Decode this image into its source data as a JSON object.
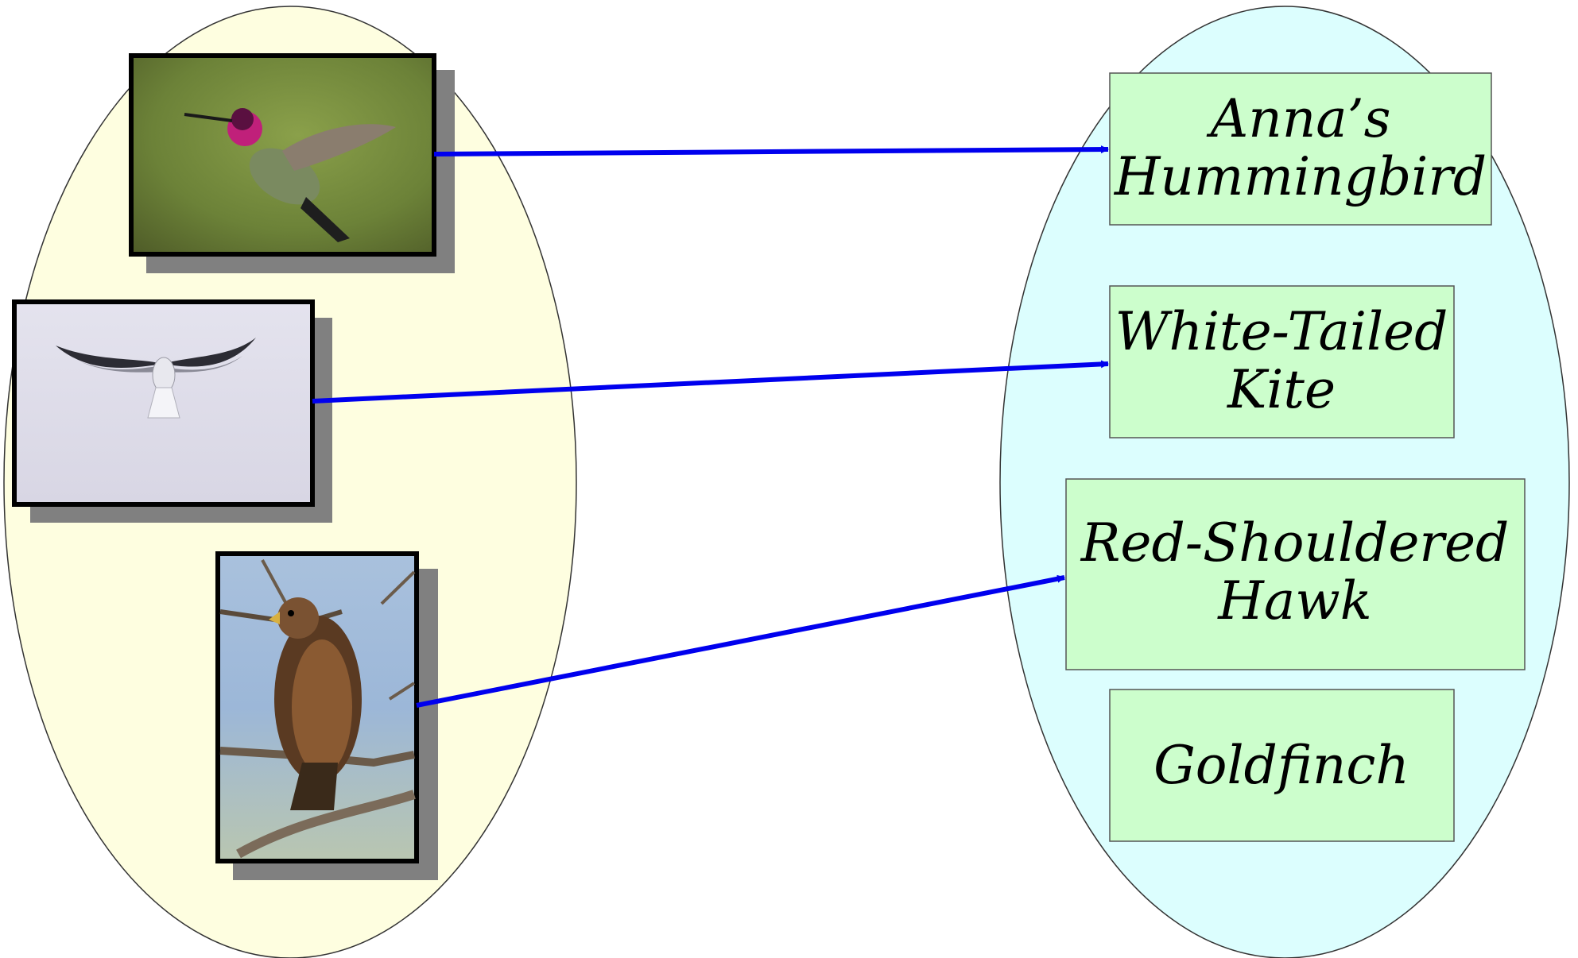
{
  "diagram": {
    "left_set": {
      "fill": "#fefee0",
      "photos": [
        {
          "subject": "Anna's Hummingbird photo"
        },
        {
          "subject": "White-Tailed Kite photo"
        },
        {
          "subject": "Red-Shouldered Hawk photo"
        }
      ]
    },
    "right_set": {
      "fill": "#dcfefe",
      "labels": [
        {
          "line1": "Anna’s",
          "line2": "Hummingbird"
        },
        {
          "line1": "White-Tailed",
          "line2": "Kite"
        },
        {
          "line1": "Red-Shouldered",
          "line2": "Hawk"
        },
        {
          "line1": "Goldfinch",
          "line2": ""
        }
      ],
      "label_fill": "#ccfecc"
    },
    "mappings": [
      {
        "from": 0,
        "to": 0
      },
      {
        "from": 1,
        "to": 1
      },
      {
        "from": 2,
        "to": 2
      }
    ],
    "arrow_color": "#0000ee"
  }
}
